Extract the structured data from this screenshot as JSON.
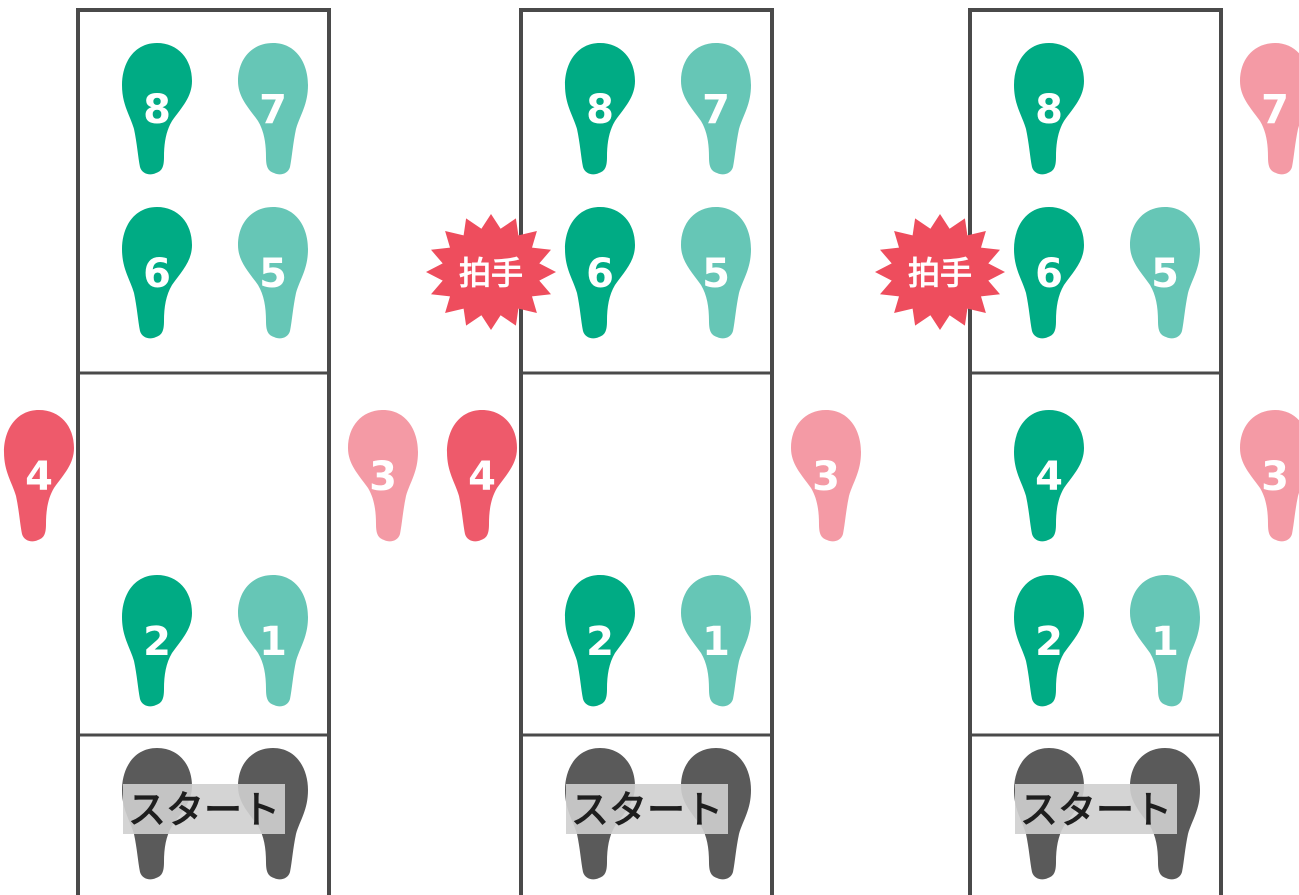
{
  "colors": {
    "frame": "#4a4a4a",
    "left_in": "#00ab84",
    "right_in": "#66c6b6",
    "left_out": "#ee5a6b",
    "right_out": "#f49aa5",
    "start_shoe": "#5a5a5a",
    "start_box": "#cfcfcf",
    "clap_burst": "#ee4d5d"
  },
  "panels": [
    {
      "start_label": "スタート",
      "clap_label": "",
      "steps": [
        {
          "n": "1",
          "kind": "right_in"
        },
        {
          "n": "2",
          "kind": "left_in"
        },
        {
          "n": "3",
          "kind": "right_out"
        },
        {
          "n": "4",
          "kind": "left_out"
        },
        {
          "n": "5",
          "kind": "right_in"
        },
        {
          "n": "6",
          "kind": "left_in"
        },
        {
          "n": "7",
          "kind": "right_in"
        },
        {
          "n": "8",
          "kind": "left_in"
        }
      ]
    },
    {
      "start_label": "スタート",
      "clap_label": "拍手",
      "steps": [
        {
          "n": "1",
          "kind": "right_in"
        },
        {
          "n": "2",
          "kind": "left_in"
        },
        {
          "n": "3",
          "kind": "right_out"
        },
        {
          "n": "4",
          "kind": "left_out"
        },
        {
          "n": "5",
          "kind": "right_in"
        },
        {
          "n": "6",
          "kind": "left_in"
        },
        {
          "n": "7",
          "kind": "right_in"
        },
        {
          "n": "8",
          "kind": "left_in"
        }
      ]
    },
    {
      "start_label": "スタート",
      "clap_label": "拍手",
      "steps": [
        {
          "n": "1",
          "kind": "right_in"
        },
        {
          "n": "2",
          "kind": "left_in"
        },
        {
          "n": "3",
          "kind": "right_out"
        },
        {
          "n": "4",
          "kind": "left_in"
        },
        {
          "n": "5",
          "kind": "right_in"
        },
        {
          "n": "6",
          "kind": "left_in"
        },
        {
          "n": "7",
          "kind": "right_out"
        },
        {
          "n": "8",
          "kind": "left_in"
        }
      ]
    }
  ]
}
